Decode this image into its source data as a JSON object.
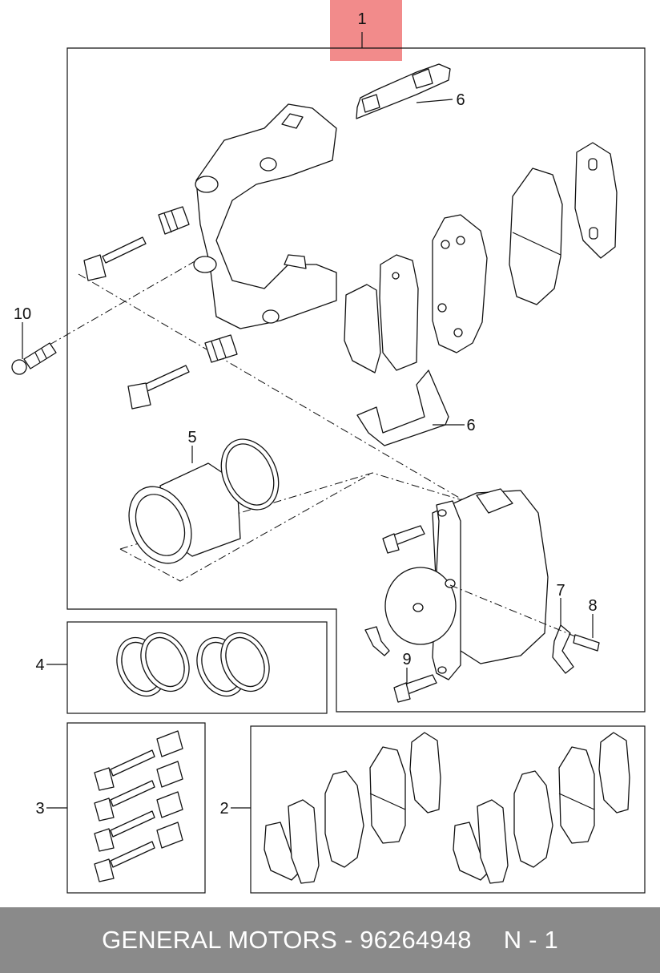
{
  "callouts": {
    "main": "1",
    "pads": "2",
    "pins": "3",
    "seals": "4",
    "piston": "5",
    "clip_top": "6",
    "clip_bottom": "6",
    "bleeder_cap": "7",
    "bleeder": "8",
    "bolt": "9",
    "guide_bolt": "10"
  },
  "colors": {
    "highlight": "#f28b8b",
    "footer_bg": "#8a8a8a",
    "footer_text": "#ffffff"
  },
  "footer": {
    "brand_part": "GENERAL MOTORS - 96264948",
    "quantity": "N - 1"
  }
}
